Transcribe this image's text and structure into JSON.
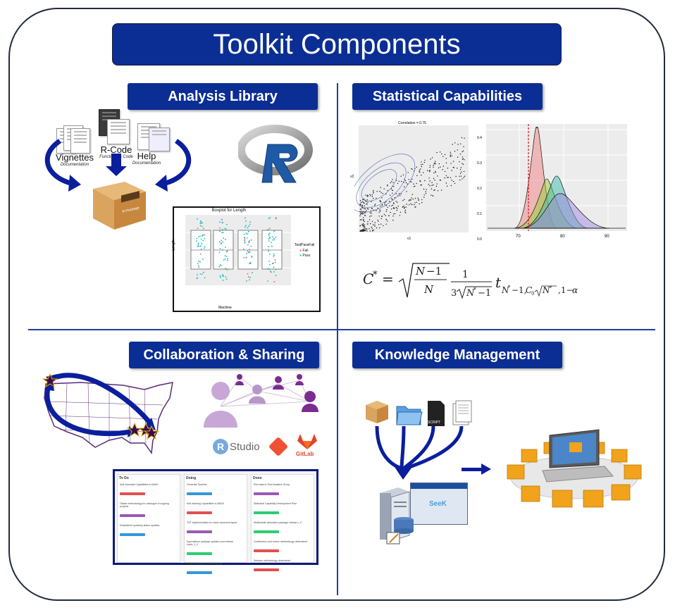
{
  "title": "Toolkit Components",
  "sections": {
    "analysis_library": {
      "label": "Analysis Library",
      "vignettes": "Vignettes",
      "vignettes_sub": "Documentation",
      "rcode": "R-Code",
      "rcode_sub": "Functions & Code",
      "help": "Help",
      "help_sub": "Documentation",
      "package_label": "R-Package",
      "boxplot_title": "Boxplot for  Length",
      "boxplot_ylabel": "Length",
      "boxplot_xlabel": "Machine",
      "boxplot_legend_title": "TestPassFail",
      "boxplot_legend_fail": "Fail",
      "boxplot_legend_pass": "Pass"
    },
    "statistical": {
      "label": "Statistical Capabilities",
      "scatter_title": "Correlation = 0.75",
      "scatter_ylabel": "v2",
      "scatter_xlabel": "v1",
      "density_ticks_x": [
        "70",
        "80",
        "90"
      ],
      "density_ticks_y": [
        "0.4",
        "0.3",
        "0.2",
        "0.1",
        "0.0"
      ]
    },
    "collaboration": {
      "label": "Collaboration & Sharing",
      "rstudio": "Studio",
      "gitlab": "GitLab",
      "kanban_cols": [
        {
          "header": "To Do",
          "cards": [
            "Add Industrial Capabilities to BASK",
            "Obtain methodology for catalogue of ongoing projects",
            "Established quarterly status updates"
          ]
        },
        {
          "header": "Doing",
          "cards": [
            "Generate Timeline",
            "Add Marking Capabilities to BASK",
            "TNT implementation for basic document types",
            "Equivalence package updates and release equiv_1_2",
            "Initial collaboration tools training"
          ]
        },
        {
          "header": "Done",
          "cards": [
            "Pilot data to Test Analytics Group",
            "Statistical Capability Development Plan",
            "Multivariate simulation package release v_0",
            "Contribution and review methodology determined",
            "Release methodology determined"
          ]
        }
      ]
    },
    "knowledge": {
      "label": "Knowledge Management",
      "script_label": "SCRIPT",
      "seek_label": "SeeK"
    }
  },
  "colors": {
    "navy": "#0b2e94",
    "arrow_blue": "#0a1f9c",
    "purple_map": "#5a2a78",
    "people_purple": "#7a2c8f",
    "folder_orange": "#f0a31b"
  }
}
